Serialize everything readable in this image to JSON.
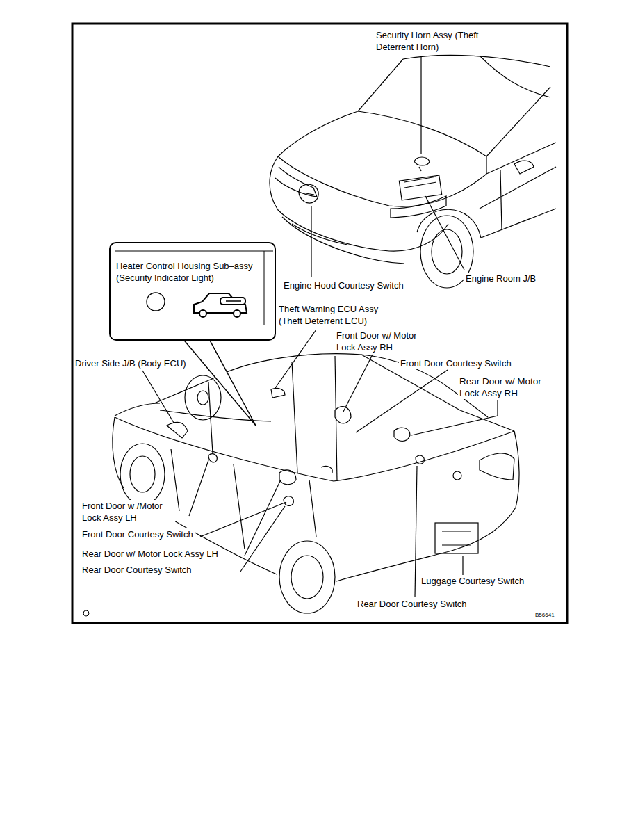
{
  "diagram": {
    "nodes": [
      {
        "text": [
          "Heater Control Housing Sub–assy (Security Indicator Light)"
        ]
      }
    ],
    "labels": [
      "Security Horn Assy (Theft Deterrent Horn)",
      "Engine Hood Courtesy Switch",
      "Engine Room J/B",
      "Theft Warning ECU Assy (Theft Deterrent ECU)",
      "Front Door w/ Motor Lock Assy RH",
      "Driver Side J/B (Body ECU)",
      "Front Door Courtesy Switch",
      "Rear Door w/ Motor Lock Assy RH",
      "Front Door w /Motor Lock Assy LH",
      "Front Door Courtesy Switch",
      "Rear Door w/ Motor Lock Assy LH",
      "Rear Door Courtesy Switch",
      "Luggage Courtesy Switch",
      "Rear Door Courtesy Switch",
      "B56641"
    ]
  }
}
